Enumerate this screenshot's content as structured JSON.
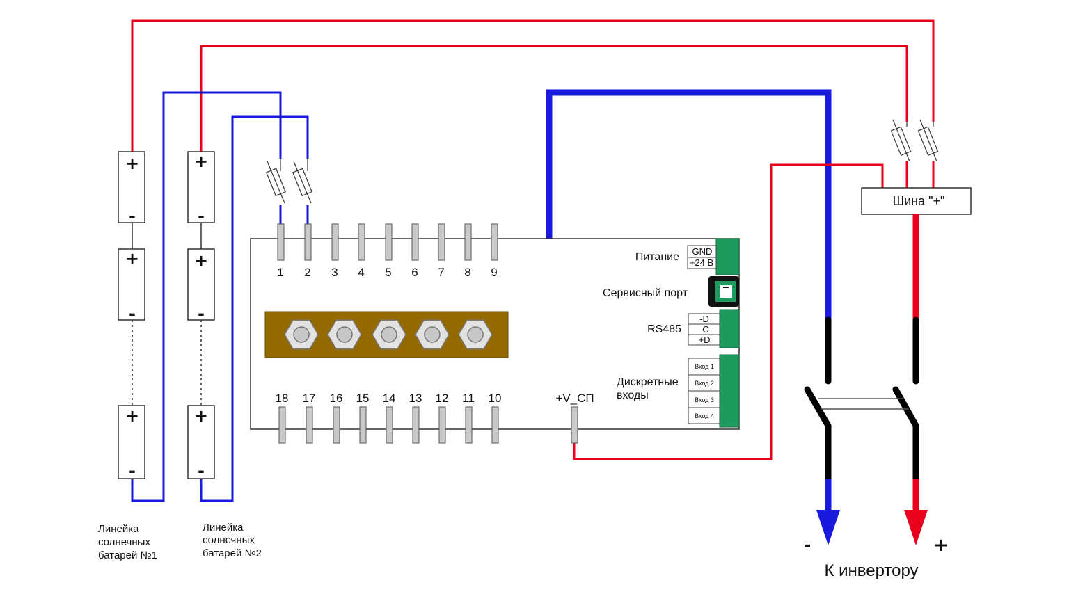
{
  "colors": {
    "positive": "#e8001c",
    "negative": "#1a1adf",
    "connector": "#1e9a5f",
    "busbar": "#946a00",
    "terminal": "#c9c9c9",
    "frame": "#333333"
  },
  "solar_strings": [
    {
      "label_lines": [
        "Линейка",
        "солнечных",
        "батарей №1"
      ]
    },
    {
      "label_lines": [
        "Линейка",
        "солнечных",
        "батарей №2"
      ]
    }
  ],
  "cell_signs": {
    "plus": "+",
    "minus": "-"
  },
  "controller": {
    "top_terminals": [
      "1",
      "2",
      "3",
      "4",
      "5",
      "6",
      "7",
      "8",
      "9"
    ],
    "bottom_terminals": [
      "18",
      "17",
      "16",
      "15",
      "14",
      "13",
      "12",
      "11",
      "10"
    ],
    "vsp_label": "+V_СП",
    "power": {
      "label": "Питание",
      "pins": [
        "GND",
        "+24 В"
      ]
    },
    "service_port": {
      "label": "Сервисный порт"
    },
    "rs485": {
      "label": "RS485",
      "pins": [
        "-D",
        "C",
        "+D"
      ]
    },
    "discrete": {
      "label_lines": [
        "Дискретные",
        "входы"
      ],
      "pins": [
        "Вход 1",
        "Вход 2",
        "Вход 3",
        "Вход 4"
      ]
    }
  },
  "bus": {
    "label": "Шина \"+\""
  },
  "inverter": {
    "label": "К инвертору",
    "minus": "-",
    "plus": "+"
  }
}
